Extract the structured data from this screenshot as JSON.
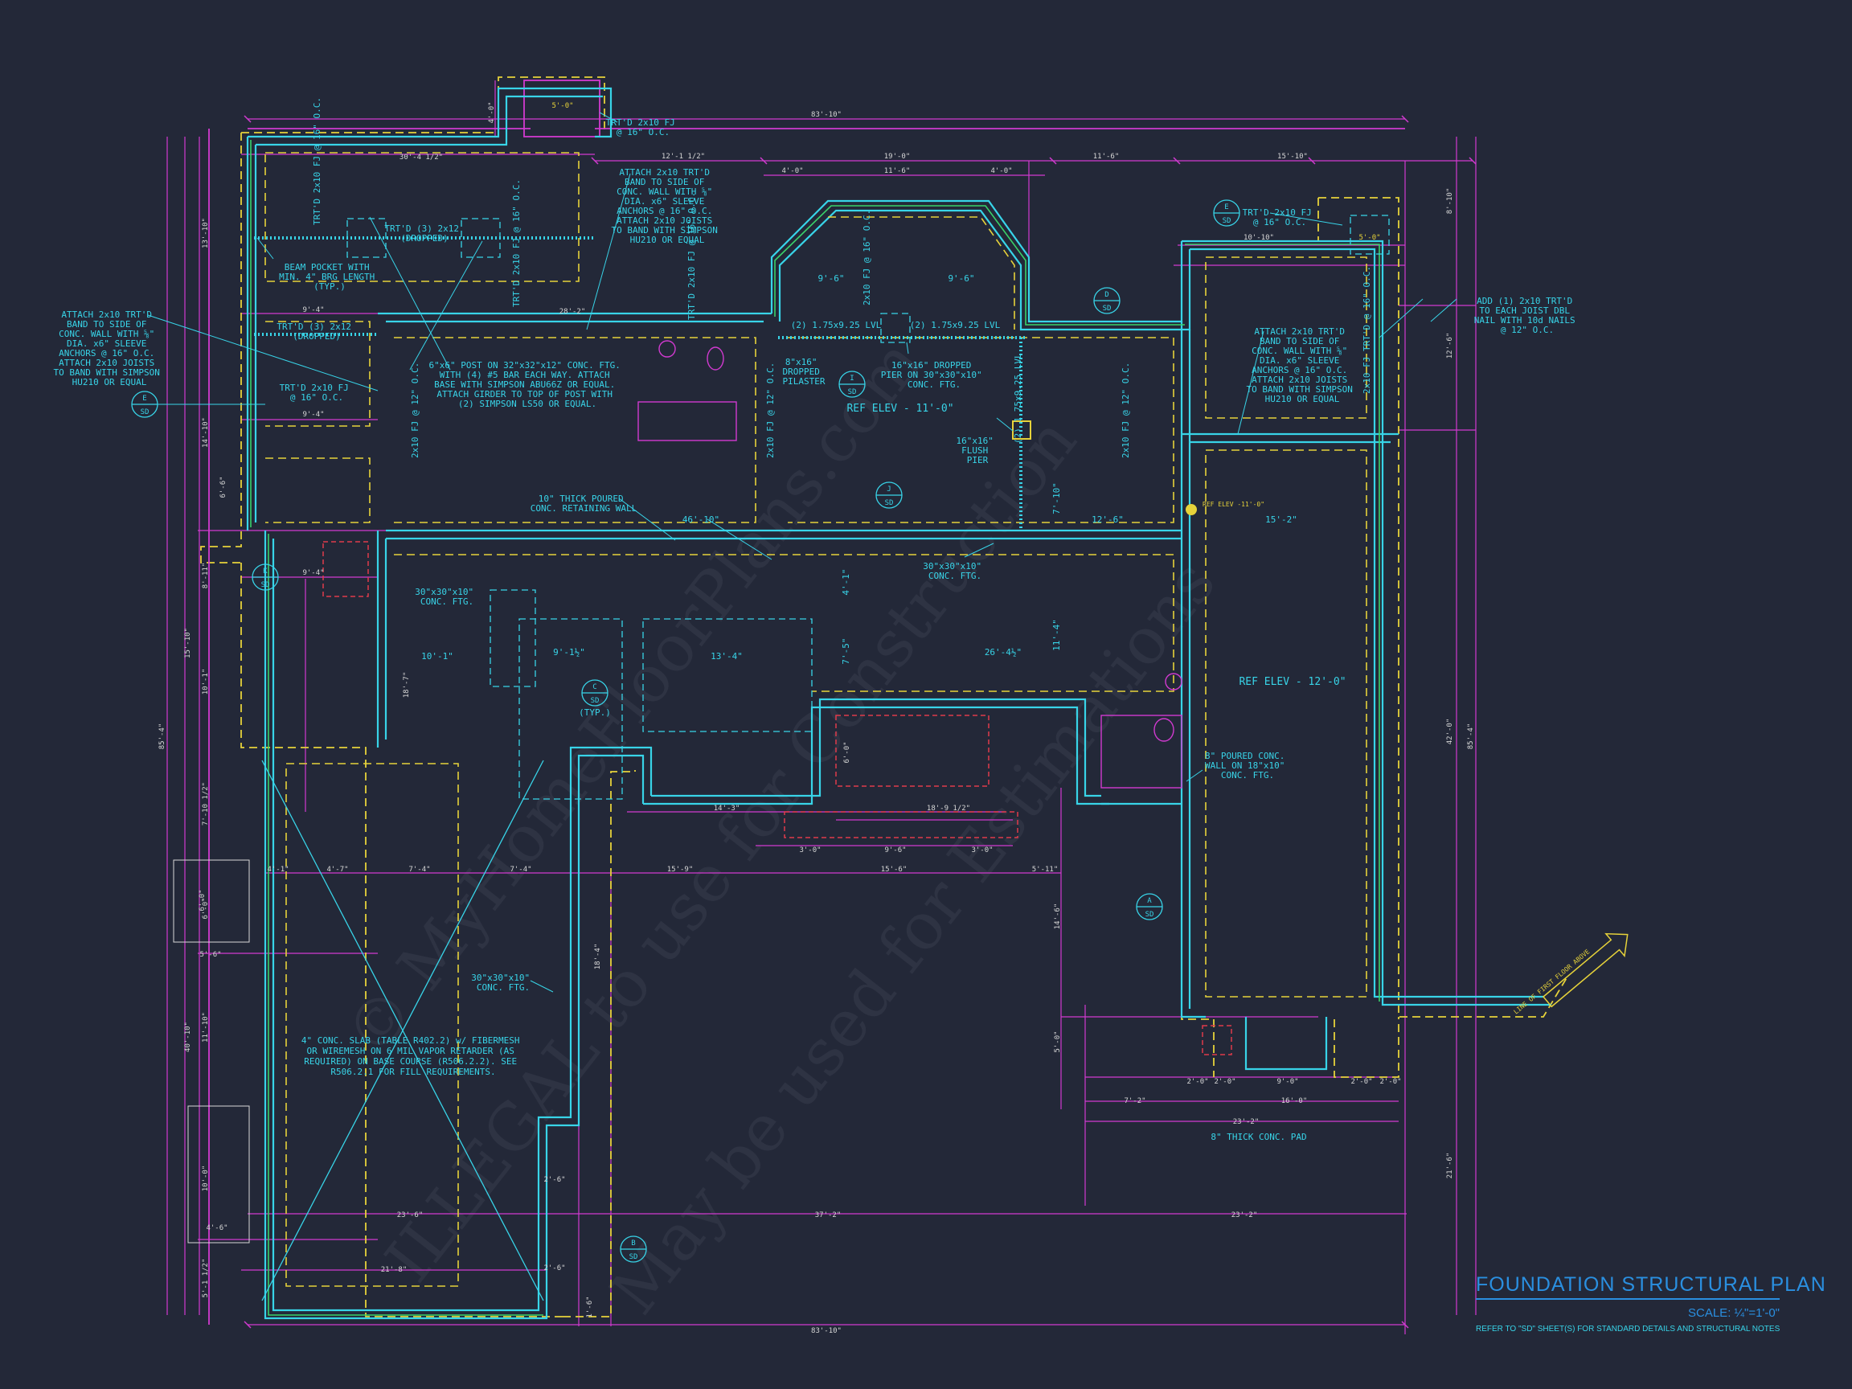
{
  "title": {
    "name": "FOUNDATION STRUCTURAL PLAN",
    "scale": "SCALE: ¼\"=1'-0\"",
    "reference": "REFER TO \"SD\" SHEET(S) FOR STANDARD DETAILS AND STRUCTURAL NOTES"
  },
  "watermark": {
    "line1": "© MyHomeFloorPlans.com",
    "line2": "ILLEGAL to use for Construction",
    "line3": "May be used for Estimations"
  },
  "colors": {
    "background": "#232838",
    "wall": "#38d4e8",
    "footing": "#e6d23a",
    "dimension": "#d13ad0",
    "wall_core": "#39d36a",
    "pier": "#e03a4a"
  },
  "notes": {
    "attach_band_left": [
      "ATTACH 2x10 TRT'D",
      "BAND TO SIDE OF",
      "CONC. WALL WITH ⅝\"",
      "DIA. x6\" SLEEVE",
      "ANCHORS @ 16\" O.C.",
      "ATTACH 2x10 JOISTS",
      "TO BAND WITH SIMPSON",
      "HU210 OR EQUAL"
    ],
    "attach_band_top": [
      "ATTACH 2x10 TRT'D",
      "BAND TO SIDE OF",
      "CONC. WALL WITH ⅝\"",
      "DIA. x6\" SLEEVE",
      "ANCHORS @ 16\" O.C.",
      "ATTACH 2x10 JOISTS",
      "TO BAND WITH SIMPSON",
      "HU210 OR EQUAL"
    ],
    "attach_band_right": [
      "ATTACH 2x10 TRT'D",
      "BAND TO SIDE OF",
      "CONC. WALL WITH ⅝\"",
      "DIA. x6\" SLEEVE",
      "ANCHORS @ 16\" O.C.",
      "ATTACH 2x10 JOISTS",
      "TO BAND WITH SIMPSON",
      "HU210 OR EQUAL"
    ],
    "add_joist": [
      "ADD (1) 2x10 TRT'D",
      "TO EACH JOIST DBL",
      "NAIL WITH 10d NAILS",
      "@ 12\" O.C."
    ],
    "trtd_fj_top": [
      "TRT'D 2x10 FJ",
      "@ 16\" O.C."
    ],
    "trtd_fj_right": [
      "TRT'D 2x10 FJ",
      "@ 16\" O.C."
    ],
    "trtd_fj_left": [
      "TRT'D 2x10 FJ",
      "@ 16\" O.C."
    ],
    "beam_pocket": [
      "BEAM POCKET WITH",
      "MIN. 4\" BRG LENGTH",
      "(TYP.)"
    ],
    "trtd_3_2x12_top": [
      "TRT'D (3) 2x12",
      "(DROPPED)"
    ],
    "trtd_3_2x12_left": [
      "TRT'D (3) 2x12",
      "(DROPPED)"
    ],
    "post": [
      "6\"x6\" POST ON 32\"x32\"x12\" CONC. FTG.",
      "WITH (4) #5 BAR EACH WAY. ATTACH",
      "BASE WITH SIMPSON ABU66Z OR EQUAL.",
      "ATTACH GIRDER TO TOP OF POST WITH",
      "(2) SIMPSON LS50 OR EQUAL."
    ],
    "pilaster": [
      "8\"x16\"",
      "DROPPED",
      "PILASTER"
    ],
    "dropped_pier": [
      "16\"x16\" DROPPED",
      "PIER ON 30\"x30\"x10\"",
      "CONC. FTG."
    ],
    "flush_pier": [
      "16\"x16\"",
      "FLUSH",
      "PIER"
    ],
    "ref_elev_11": "REF ELEV - 11'-0\"",
    "ref_elev_12": "REF ELEV - 12'-0\"",
    "ref_elev_marker": "REF ELEV -11'-0\"",
    "retaining_wall": [
      "10\" THICK POURED",
      "CONC. RETAINING WALL"
    ],
    "ftg_30_a": [
      "30\"x30\"x10\"",
      "CONC. FTG."
    ],
    "ftg_30_b": [
      "30\"x30\"x10\"",
      "CONC. FTG."
    ],
    "ftg_30_c": [
      "30\"x30\"x10\"",
      "CONC. FTG."
    ],
    "poured_wall": [
      "8\" POURED CONC.",
      "WALL ON 18\"x10\"",
      "CONC. FTG."
    ],
    "slab": [
      "4\" CONC. SLAB (TABLE R402.2) w/ FIBERMESH",
      "OR WIREMESH ON 6 MIL VAPOR RETARDER (AS",
      "REQUIRED) ON BASE COURSE (R506.2.2). SEE",
      "R506.2.1 FOR FILL REQUIREMENTS."
    ],
    "conc_pad": "8\" THICK CONC. PAD",
    "lvl_a": "(2) 1.75x9.25 LVL",
    "lvl_b": "(2) 1.75x9.25 LVL",
    "lvl_vertical": "(2) 1.75x9.25 LVL",
    "fj_12_a": "2x10 FJ @ 12\" O.C.",
    "fj_12_b": "2x10 FJ @ 12\" O.C.",
    "fj_12_c": "2x10 FJ @ 12\" O.C.",
    "fj_16_a": "TRT'D 2x10 FJ @ 16\" O.C.",
    "fj_16_b": "TRT'D 2x10 FJ @ 16\" O.C.",
    "fj_16_c": "TRT'D 2x10 FJ @ 16\" O.C.",
    "fj_16_bay": "2x10 FJ @ 16\" O.C.",
    "fj_16_right": "2x10 FJ TRT'D @ 16\" O.C.",
    "typ": "(TYP.)"
  },
  "section_tags": [
    {
      "letter": "E",
      "ref": "SD"
    },
    {
      "letter": "D",
      "ref": "SD"
    },
    {
      "letter": "E",
      "ref": "SD"
    },
    {
      "letter": "I",
      "ref": "SD"
    },
    {
      "letter": "J",
      "ref": "SD"
    },
    {
      "letter": "K",
      "ref": "SD"
    },
    {
      "letter": "C",
      "ref": "SD"
    },
    {
      "letter": "A",
      "ref": "SD"
    },
    {
      "letter": "B",
      "ref": "SD"
    }
  ],
  "dimensions": {
    "overall_top": "83'-10\"",
    "overall_bottom": "83'-10\"",
    "overall_left": "85'-4\"",
    "overall_right": "85'-4\"",
    "top_row": [
      "12'-1 1/2\"",
      "19'-0\"",
      "11'-6\"",
      "15'-10\""
    ],
    "bay": [
      "4'-0\"",
      "11'-6\"",
      "4'-0\""
    ],
    "bay_inner": [
      "9'-6\"",
      "9'-6\""
    ],
    "bump": "5'-0\"",
    "bump_left": "4'-0\"",
    "left_top": "30'-4 1/2\"",
    "left_28": "28'-2\"",
    "left_9_4": [
      "9'-4\"",
      "9'-4\"",
      "9'-4\""
    ],
    "mid_row": [
      "46'-10\"",
      "12'-6\"",
      "15'-2\""
    ],
    "lower_row": [
      "10'-1\"",
      "9'-1½\"",
      "13'-4\"",
      "26'-4½\""
    ],
    "row_735": [
      "4'-1\"",
      "4'-7\"",
      "7'-4\"",
      "7'-4\"",
      "15'-9\"",
      "15'-6\"",
      "5'-11\""
    ],
    "row_bath": [
      "14'-3\"",
      "18'-9 1/2\"",
      "3'-0\"",
      "9'-6\"",
      "3'-0\""
    ],
    "row_1300": [
      "2'-0\"",
      "2'-0\"",
      "9'-0\"",
      "2'-0\"",
      "2'-0\""
    ],
    "row_1370": [
      "7'-2\"",
      "16'-0\""
    ],
    "row_1395": "23'-2\"",
    "row_1510": [
      "23'-6\"",
      "37'-2\"",
      "23'-2\""
    ],
    "row_1580": "21'-8\"",
    "right_stack": [
      "8'-10\"",
      "12'-6\"",
      "42'-0\"",
      "21'-6\""
    ],
    "left_stack": [
      "13'-10\"",
      "14'-10\"",
      "6'-6\"",
      "8'-11\"",
      "15'-10\"",
      "10'-1\"",
      "7'-10 1/2\"",
      "6'-0\"",
      "40'-10\"",
      "11'-10\"",
      "10'-0\"",
      "5'-1 1/2\""
    ],
    "vertical_mid": [
      "7'-10\"",
      "11'-4\"",
      "7'-5\"",
      "4'-1\"",
      "6'-0\"",
      "14'-6\"",
      "5'-0\"",
      "18'-7\""
    ],
    "small": [
      "10'-10\"",
      "5'-0\"",
      "18'-4\"",
      "2'-6\"",
      "2'-6\"",
      "4'-6\"",
      "1'-6\"",
      "6'-0\"",
      "5'-6\""
    ]
  },
  "compass": "LINE OF FIRST FLOOR ABOVE"
}
